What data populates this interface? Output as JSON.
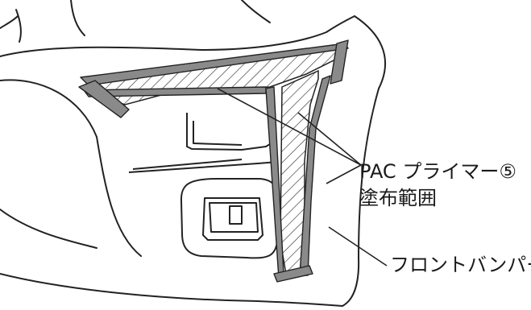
{
  "labels": {
    "primer_line1": "PAC プライマー⑤",
    "primer_line2": "塗布範囲",
    "part_name": "フロントバンパー"
  }
}
